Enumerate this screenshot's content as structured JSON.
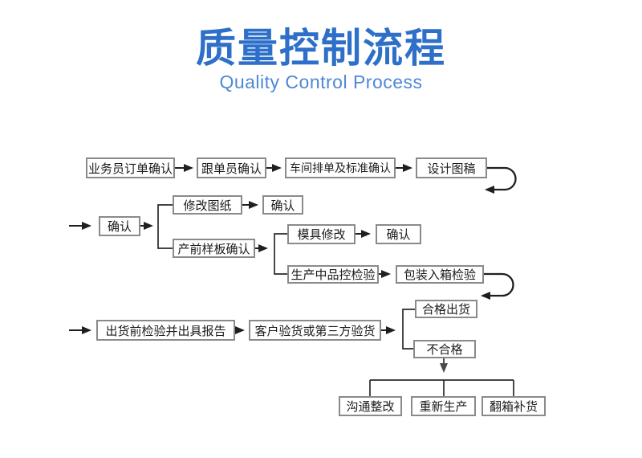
{
  "title": {
    "main": "质量控制流程",
    "subtitle": "Quality Control Process"
  },
  "colors": {
    "title_main": "#2e70c9",
    "title_subtitle": "#4e88d6",
    "box_border": "#8a8a8a",
    "box_text": "#1c1c1c",
    "line": "#1f1f1f"
  },
  "flowchart": {
    "nodes": [
      {
        "id": "order-confirm",
        "label": "业务员订单确认"
      },
      {
        "id": "merchandiser-confirm",
        "label": "跟单员确认"
      },
      {
        "id": "workshop-schedule",
        "label": "车间排单及标准确认"
      },
      {
        "id": "design-draft",
        "label": "设计图稿"
      },
      {
        "id": "confirm-1",
        "label": "确认"
      },
      {
        "id": "revise-drawing",
        "label": "修改图纸"
      },
      {
        "id": "confirm-2",
        "label": "确认"
      },
      {
        "id": "preproduction-sample",
        "label": "产前样板确认"
      },
      {
        "id": "mold-modify",
        "label": "模具修改"
      },
      {
        "id": "confirm-3",
        "label": "确认"
      },
      {
        "id": "in-production-qc",
        "label": "生产中品控检验"
      },
      {
        "id": "packing-inspection",
        "label": "包装入箱检验"
      },
      {
        "id": "preshipment-inspection",
        "label": "出货前检验并出具报告"
      },
      {
        "id": "customer-inspection",
        "label": "客户验货或第三方验货"
      },
      {
        "id": "qualified-ship",
        "label": "合格出货"
      },
      {
        "id": "unqualified",
        "label": "不合格"
      },
      {
        "id": "communicate-rectify",
        "label": "沟通整改"
      },
      {
        "id": "reproduce",
        "label": "重新生产"
      },
      {
        "id": "restock",
        "label": "翻箱补货"
      }
    ]
  }
}
